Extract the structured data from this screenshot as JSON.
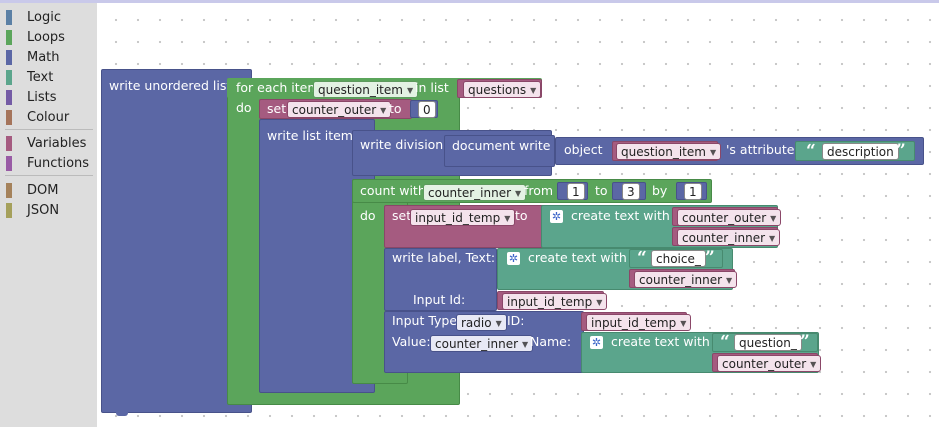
{
  "toolbox": {
    "categories": [
      {
        "label": "Logic",
        "color": "#5b80a5"
      },
      {
        "label": "Loops",
        "color": "#5ba55b"
      },
      {
        "label": "Math",
        "color": "#5b67a5"
      },
      {
        "label": "Text",
        "color": "#5ba58c"
      },
      {
        "label": "Lists",
        "color": "#745ba5"
      },
      {
        "label": "Colour",
        "color": "#a5745b"
      },
      {
        "label": "Variables",
        "color": "#a55b80"
      },
      {
        "label": "Functions",
        "color": "#995ba5"
      },
      {
        "label": "DOM",
        "color": "#a5825b"
      },
      {
        "label": "JSON",
        "color": "#a5a05b"
      }
    ]
  },
  "colors": {
    "dom": "#5b67a5",
    "loops": "#5ba55b",
    "variables": "#a55b80",
    "text": "#5ba58c",
    "math": "#5b67a5"
  },
  "blocks": {
    "write_list": {
      "label": "write unordered list"
    },
    "for_each": {
      "label_for": "for each item",
      "var": "question_item",
      "label_in": "in list",
      "list": "questions",
      "label_do": "do"
    },
    "set_outer": {
      "label_set": "set",
      "var": "counter_outer",
      "label_to": "to",
      "value": "0"
    },
    "write_list_item": {
      "label": "write list item"
    },
    "write_division": {
      "label": "write division",
      "doc_write": "document write"
    },
    "object_attr": {
      "label_object": "object",
      "var": "question_item",
      "label_attr": "'s attribute",
      "quote_open": "“",
      "text": "description",
      "quote_close": "”"
    },
    "count_with": {
      "label_count": "count with",
      "var": "counter_inner",
      "label_from": "from",
      "from": "1",
      "label_to": "to",
      "to": "3",
      "label_by": "by",
      "by": "1",
      "label_do": "do"
    },
    "set_temp": {
      "label_set": "set",
      "var": "input_id_temp",
      "label_to": "to",
      "create_text": "create text with",
      "item1": "counter_outer",
      "item2": "counter_inner"
    },
    "write_label": {
      "label": "write label, Text:",
      "create_text": "create text with",
      "quote_open": "“",
      "text": "choice_",
      "quote_close": "”",
      "item2": "counter_inner",
      "label_input_id": "Input Id:",
      "input_id_var": "input_id_temp"
    },
    "input_type": {
      "label_type": "Input Type",
      "type_value": "radio",
      "label_id": "ID:",
      "id_var": "input_id_temp",
      "label_value": "Value:",
      "value_var": "counter_inner",
      "label_name": "Name:",
      "create_text": "create text with",
      "quote_open": "“",
      "text": "question_",
      "quote_close": "”",
      "item2": "counter_outer"
    }
  }
}
